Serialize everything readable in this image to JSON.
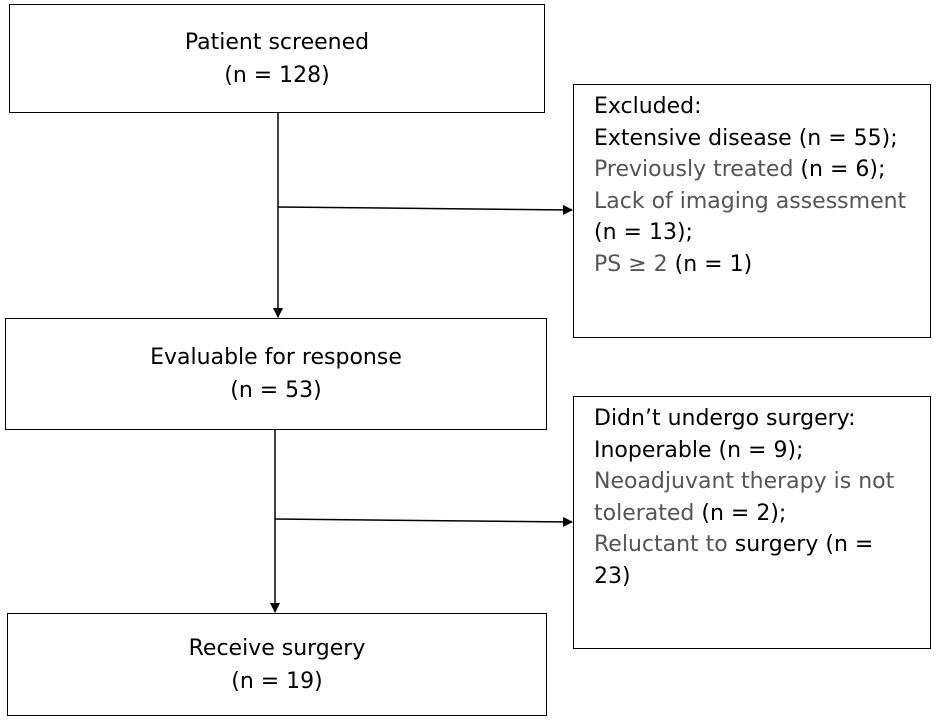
{
  "boxes": {
    "screened": {
      "title": "Patient screened",
      "count": "(n = 128)"
    },
    "evaluable": {
      "title": "Evaluable for response",
      "count": "(n = 53)"
    },
    "surgery": {
      "title": "Receive surgery",
      "count": "(n = 19)"
    }
  },
  "excluded": {
    "heading": "Excluded:",
    "item1": "Extensive disease (n = 55);",
    "item2_text": "Previously treated ",
    "item2_count": "(n = 6);",
    "item3_text": "Lack of imaging assessment",
    "item3_count": "(n = 13);",
    "item4_text": "PS ≥ 2 ",
    "item4_count": "(n = 1)"
  },
  "no_surgery": {
    "heading": "Didn’t undergo surgery:",
    "item1": "Inoperable (n = 9);",
    "item2_text_a": "Neoadjuvant therapy is not",
    "item2_text_b": "tolerated ",
    "item2_count": "(n = 2);",
    "item3_text_a": "Reluctant to ",
    "item3_text_b": "surgery (n =",
    "item3_text_c": "23)"
  },
  "colors": {
    "line": "#000000",
    "gray_text": "#555555"
  }
}
